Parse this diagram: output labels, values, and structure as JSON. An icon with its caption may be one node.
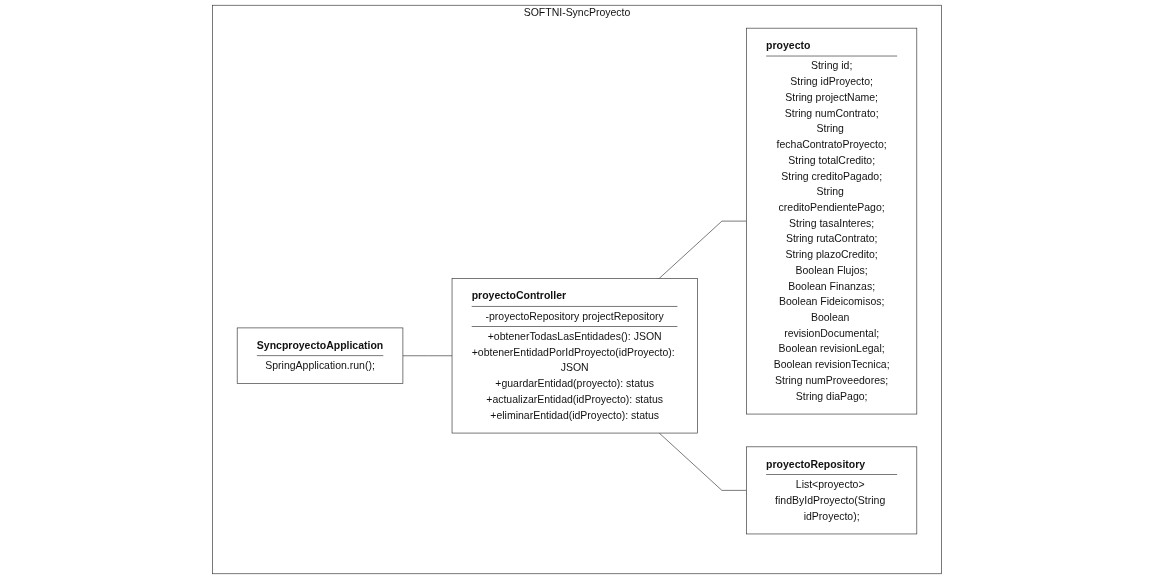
{
  "diagram": {
    "nodes": [
      {
        "text": [
          "SOFTNI-SyncProyecto"
        ]
      },
      {
        "text": [
          "SyncproyectoApplication",
          "SpringApplication.run();"
        ],
        "in": 0
      },
      {
        "text": [
          "proyectoController",
          "-proyectoRepository projectRepository",
          "+obtenerTodasLasEntidades(): JSON",
          "+obtenerEntidadPorIdProyecto(idProyecto): JSON",
          "+guardarEntidad(proyecto): status",
          "+actualizarEntidad(idProyecto): status",
          "+eliminarEntidad(idProyecto): status"
        ],
        "in": 0
      },
      {
        "text": [
          "proyectoRepository",
          "List<proyecto> findByIdProyecto(String idProyecto);"
        ],
        "in": 0
      },
      {
        "text": [
          "proyecto",
          "String id;",
          "String idProyecto;",
          "String projectName;",
          "String numContrato;",
          "String fechaContratoProyecto;",
          "String totalCredito;",
          "String creditoPagado;",
          "String creditoPendientePago;",
          "String tasaInteres;",
          "String rutaContrato;",
          "String plazoCredito;",
          "Boolean Flujos;",
          "Boolean Finanzas;",
          "Boolean Fideicomisos;",
          "Boolean revisionDocumental;",
          "Boolean revisionLegal;",
          "Boolean revisionTecnica;",
          "String numProveedores;",
          "String diaPago;"
        ],
        "in": 0
      }
    ],
    "edges": [
      {
        "from": 1,
        "to": 2,
        "arrow": "none"
      },
      {
        "from": 2,
        "to": 4,
        "arrow": "other"
      },
      {
        "from": 2,
        "to": 3,
        "arrow": "none"
      }
    ]
  }
}
